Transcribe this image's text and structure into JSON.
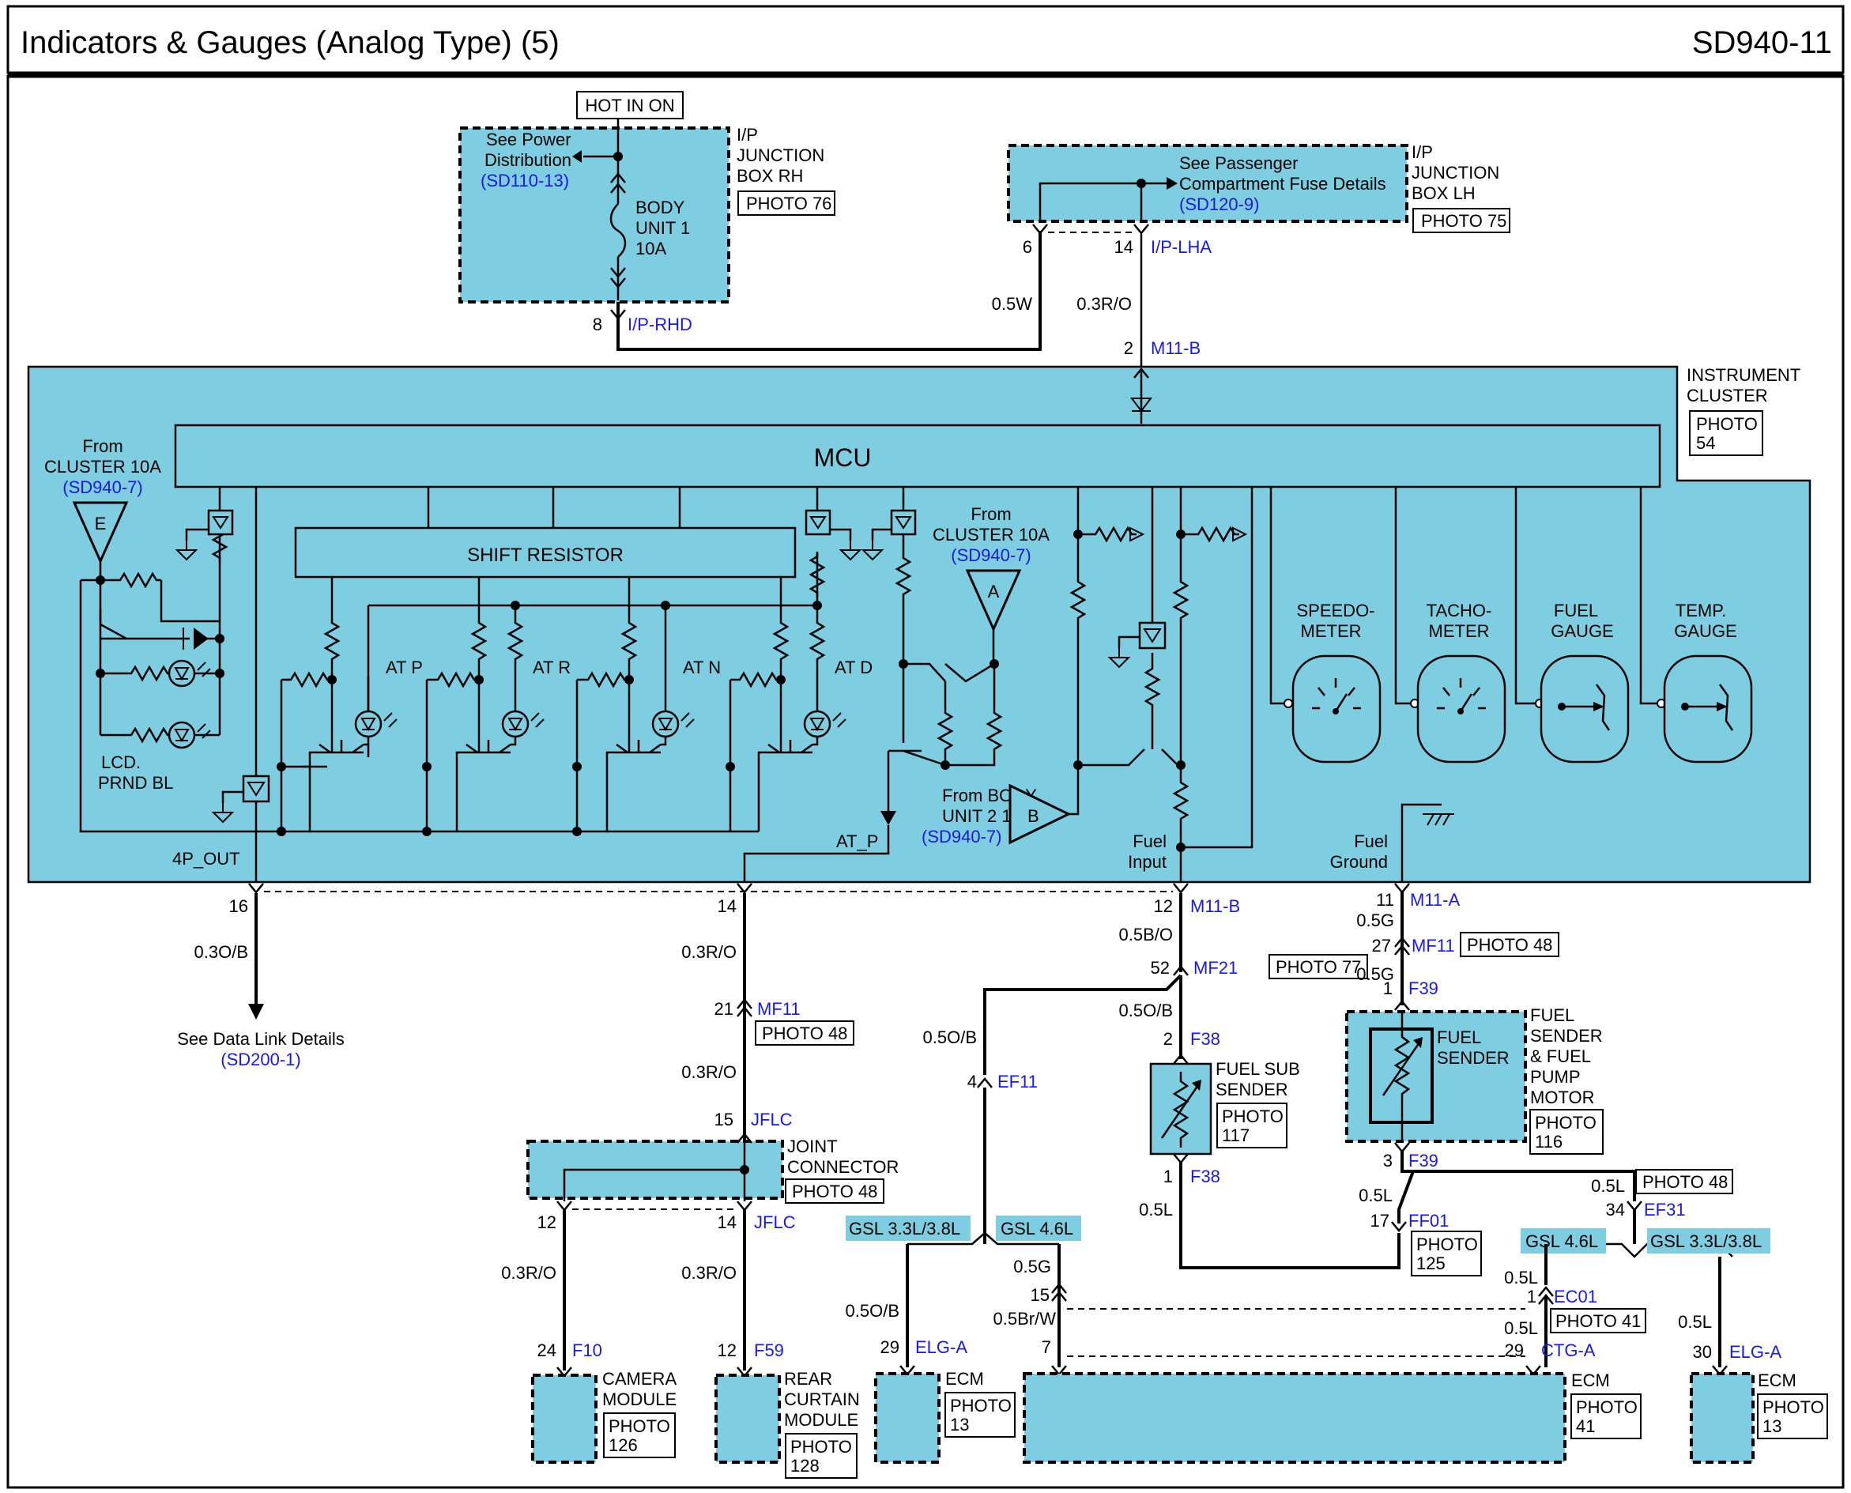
{
  "header": {
    "title": "Indicators & Gauges (Analog Type) (5)",
    "code": "SD940-11"
  },
  "top": {
    "hot_in_on": "HOT IN ON",
    "pd_line1": "See Power",
    "pd_line2": "Distribution",
    "pd_ref": "(SD110-13)",
    "jb_rh_1": "I/P",
    "jb_rh_2": "JUNCTION",
    "jb_rh_3": "BOX RH",
    "jb_rh_photo": "PHOTO 76",
    "fuse_1": "BODY",
    "fuse_2": "UNIT 1",
    "fuse_3": "10A",
    "pcf_1": "See Passenger",
    "pcf_2": "Compartment Fuse Details",
    "pcf_ref": "(SD120-9)",
    "jb_lh_1": "I/P",
    "jb_lh_2": "JUNCTION",
    "jb_lh_3": "BOX LH",
    "jb_lh_photo": "PHOTO 75",
    "pin6": "6",
    "pin14": "14",
    "conn_lha": "I/P-LHA",
    "w_05w": "0.5W",
    "w_03ro": "0.3R/O",
    "pin8": "8",
    "conn_rhd": "I/P-RHD",
    "pin2": "2",
    "conn_m11b": "M11-B"
  },
  "cluster": {
    "name_1": "INSTRUMENT",
    "name_2": "CLUSTER",
    "photo_1": "PHOTO",
    "photo_2": "54",
    "mcu": "MCU",
    "shift": "SHIFT RESISTOR",
    "from_c_1": "From",
    "from_c_2": "CLUSTER 10A",
    "from_c_ref": "(SD940-7)",
    "tri_e": "E",
    "from_c2_1": "From",
    "from_c2_2": "CLUSTER 10A",
    "from_c2_ref": "(SD940-7)",
    "tri_a": "A",
    "from_b_1": "From BODY",
    "from_b_2": "UNIT 2 10A",
    "from_b_ref": "(SD940-7)",
    "tri_b": "B",
    "lcd_1": "LCD.",
    "lcd_2": "PRND BL",
    "at_p": "AT P",
    "at_r": "AT R",
    "at_n": "AT N",
    "at_d": "AT D",
    "at_p_out": "AT_P",
    "p4_out": "4P_OUT",
    "fuel_in_1": "Fuel",
    "fuel_in_2": "Input",
    "fuel_gnd_1": "Fuel",
    "fuel_gnd_2": "Ground",
    "speedo_1": "SPEEDO-",
    "speedo_2": "METER",
    "tacho_1": "TACHO-",
    "tacho_2": "METER",
    "fuelg_1": "FUEL",
    "fuelg_2": "GAUGE",
    "temp_1": "TEMP.",
    "temp_2": "GAUGE"
  },
  "bottom": {
    "p16": "16",
    "w_03ob": "0.3O/B",
    "dl_1": "See Data Link Details",
    "dl_ref": "(SD200-1)",
    "p14": "14",
    "w_03ro_a": "0.3R/O",
    "p21": "21",
    "c_mf11": "MF11",
    "photo48_a": "PHOTO 48",
    "w_03ro_b": "0.3R/O",
    "p15": "15",
    "c_jflc": "JFLC",
    "jc_1": "JOINT",
    "jc_2": "CONNECTOR",
    "jc_photo": "PHOTO 48",
    "p12_jc": "12",
    "p14_jc": "14",
    "c_jflc2": "JFLC",
    "w_03ro_c": "0.3R/O",
    "w_03ro_d": "0.3R/O",
    "p24": "24",
    "c_f10": "F10",
    "cam_1": "CAMERA",
    "cam_2": "MODULE",
    "cam_p1": "PHOTO",
    "cam_p2": "126",
    "p12_f59": "12",
    "c_f59": "F59",
    "rc_1": "REAR",
    "rc_2": "CURTAIN",
    "rc_3": "MODULE",
    "rc_p1": "PHOTO",
    "rc_p2": "128",
    "p12_m11b": "12",
    "c_m11b": "M11-B",
    "w_05bo": "0.5B/O",
    "p52": "52",
    "c_mf21": "MF21",
    "photo77": "PHOTO 77",
    "w_05ob_a": "0.5O/B",
    "w_05ob_b": "0.5O/B",
    "p2_f38": "2",
    "c_f38": "F38",
    "fss_1": "FUEL SUB",
    "fss_2": "SENDER",
    "fss_p1": "PHOTO",
    "fss_p2": "117",
    "p1_f38": "1",
    "c_f38b": "F38",
    "w_05l_a": "0.5L",
    "p4_ef11": "4",
    "c_ef11": "EF11",
    "gsl33_a": "GSL 3.3L/3.8L",
    "gsl46_a": "GSL 4.6L",
    "w_05g_a": "0.5G",
    "p15_b": "15",
    "w_05brw": "0.5Br/W",
    "p7": "7",
    "w_05ob_c": "0.5O/B",
    "p29_elg": "29",
    "c_elga": "ELG-A",
    "ecm_a": "ECM",
    "ecm_a_p1": "PHOTO",
    "ecm_a_p2": "13",
    "p11": "11",
    "c_m11a": "M11-A",
    "w_05g_b": "0.5G",
    "p27": "27",
    "c_mf11b": "MF11",
    "photo48_b": "PHOTO 48",
    "w_05g_c": "0.5G",
    "p1_f39": "1",
    "c_f39": "F39",
    "fs_1": "FUEL",
    "fs_2": "SENDER",
    "fsp_1": "FUEL",
    "fsp_2": "SENDER",
    "fsp_3": "& FUEL",
    "fsp_4": "PUMP",
    "fsp_5": "MOTOR",
    "fsp_p1": "PHOTO",
    "fsp_p2": "116",
    "p3_f39": "3",
    "c_f39b": "F39",
    "w_05l_b": "0.5L",
    "p17": "17",
    "c_ff01": "FF01",
    "ff01_p1": "PHOTO",
    "ff01_p2": "125",
    "w_05l_c": "0.5L",
    "p34": "34",
    "c_ef31": "EF31",
    "photo48_c": "PHOTO 48",
    "gsl46_b": "GSL 4.6L",
    "gsl33_b": "GSL 3.3L/3.8L",
    "w_05l_d": "0.5L",
    "p1_ec01": "1",
    "c_ec01": "EC01",
    "photo41": "PHOTO 41",
    "w_05l_e": "0.5L",
    "p29_ctg": "29",
    "c_ctga": "CTG-A",
    "ecm_b": "ECM",
    "ecm_b_p1": "PHOTO",
    "ecm_b_p2": "41",
    "w_05l_f": "0.5L",
    "p30": "30",
    "c_elga2": "ELG-A",
    "ecm_c": "ECM",
    "ecm_c_p1": "PHOTO",
    "ecm_c_p2": "13"
  },
  "colors": {
    "module_fill": "#7fcde0",
    "connector_text": "#1a1adb"
  }
}
